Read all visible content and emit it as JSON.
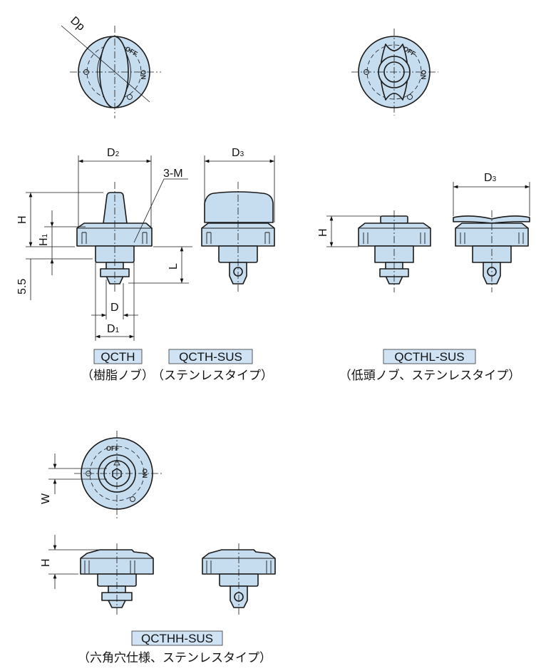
{
  "colors": {
    "part_fill": "#c6dcef",
    "label_fill": "#cfe3f5",
    "line": "#1a1a1a"
  },
  "dimensions": {
    "dp": "Dp",
    "d2": "D",
    "d2_sub": "2",
    "d3": "D",
    "d3_sub": "3",
    "m": "3-M",
    "h": "H",
    "h1": "H",
    "h1_sub": "1",
    "s55": "5.5",
    "l": "L",
    "d": "D",
    "d1": "D",
    "d1_sub": "1",
    "w": "W"
  },
  "dial_marks": {
    "off": "OFF",
    "on": "ON"
  },
  "models": [
    {
      "code": "QCTH",
      "note": "（樹脂ノブ）"
    },
    {
      "code": "QCTH-SUS",
      "note": "（ステンレスタイプ）"
    },
    {
      "code": "QCTHL-SUS",
      "note": "（低頭ノブ、ステンレスタイプ）"
    },
    {
      "code": "QCTHH-SUS",
      "note": "（六角穴仕様、ステンレスタイプ）"
    }
  ]
}
